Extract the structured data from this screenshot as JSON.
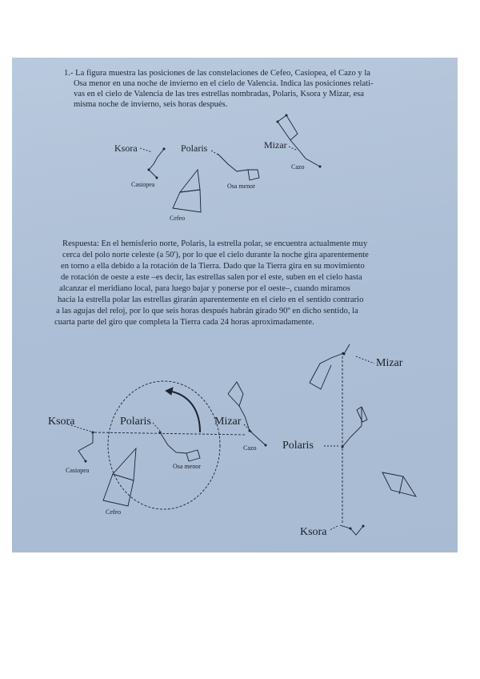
{
  "question": {
    "lines": [
      "1.- La figura muestra las posiciones de las constelaciones de Cefeo, Casiopea, el Cazo y la",
      "Osa menor en una noche de invierno en el cielo de Valencia. Indica las posiciones relati-",
      "vas en el cielo de Valencia de las tres estrellas nombradas, Polaris, Ksora y Mizar, esa",
      "misma noche de invierno, seis horas después."
    ]
  },
  "figure_top": {
    "ksora": "Ksora",
    "polaris": "Polaris",
    "mizar": "Mizar",
    "casiopea": "Casiopea",
    "osa_menor": "Osa menor",
    "cefeo": "Cefeo",
    "cazo": "Cazo"
  },
  "answer": {
    "lines": [
      "Respuesta: En el hemisferio norte, Polaris, la estrella polar, se encuentra actualmente muy",
      "cerca del polo norte celeste (a 50'), por lo que el cielo durante la noche gira aparentemente",
      "en torno a ella debido a la rotación de la Tierra. Dado que la Tierra gira en su movimiento",
      "de rotación de oeste a este –es decir, las estrellas salen por el este, suben en el cielo hasta",
      "alcanzar el meridiano local, para luego bajar y ponerse por el oeste–, cuando miramos",
      "hacia la estrella polar las estrellas girarán aparentemente en el cielo en el sentido contrario",
      "a las agujas del reloj, por lo que seis horas después habrán girado 90º en dicho sentido, la",
      "cuarta parte del giro que completa la Tierra cada 24 horas aproximadamente."
    ]
  },
  "figure_bottom": {
    "ksora": "Ksora",
    "polaris": "Polaris",
    "mizar": "Mizar",
    "casiopea": "Casiopea",
    "osa_menor": "Osa menor",
    "cefeo": "Cefeo",
    "cazo": "Cazo",
    "rotated": {
      "mizar": "Mizar",
      "polaris": "Polaris",
      "ksora": "Ksora"
    }
  }
}
